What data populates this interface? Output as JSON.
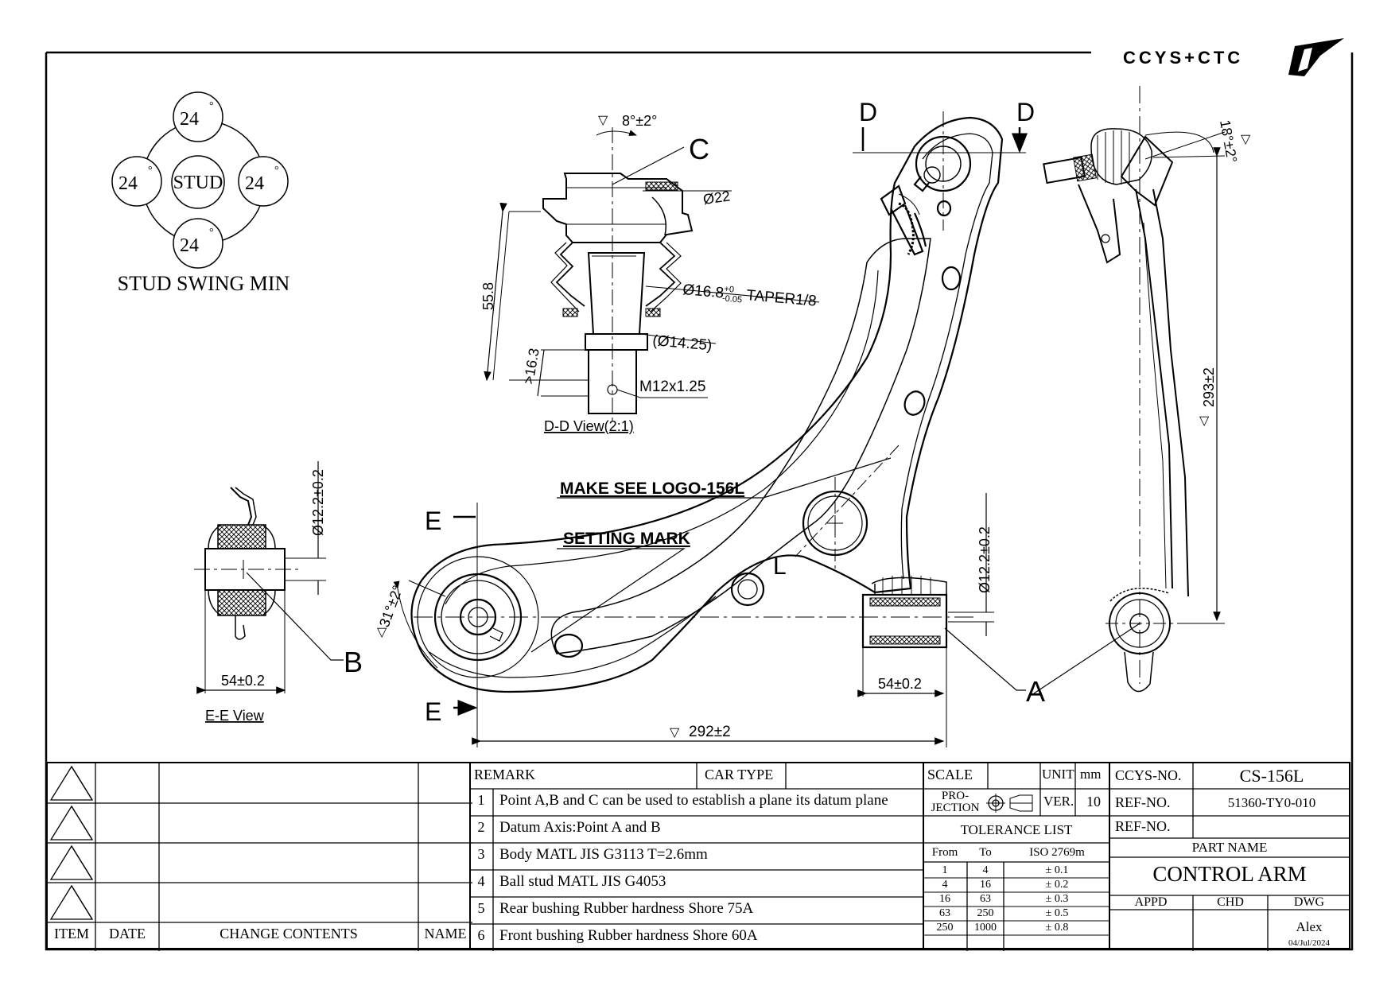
{
  "logo_text": "CCYS+CTC",
  "stud_swing": {
    "title": "STUD SWING MIN",
    "center": "STUD",
    "top": "24",
    "left": "24",
    "right": "24",
    "bottom": "24",
    "unit": "°"
  },
  "dd_view": {
    "title": "D-D View(2:1)",
    "angle": "8°±2°",
    "label_c": "C",
    "dia22": "Ø22",
    "dim_558": "55.8",
    "taper": "Ø16.8",
    "taper_tol_upper": "+0",
    "taper_tol_lower": "-0.05",
    "taper_suffix": " TAPER1/8",
    "dia1425": "(Ø14.25)",
    "dim_163": ">16.3",
    "thread": "M12x1.25"
  },
  "ee_view": {
    "title": "E-E View",
    "dia": "Ø12.2±0.2",
    "width": "54±0.2",
    "label_b": "B"
  },
  "main_view": {
    "label_d1": "D",
    "label_d2": "D",
    "label_e1": "E",
    "label_e2": "E",
    "logo_note": "MAKE SEE LOGO-156L",
    "setting_mark": "SETTING MARK",
    "label_l": "L",
    "angle": "31°±2°",
    "dia_rear": "Ø12.2±0.2",
    "width_rear": "54±0.2",
    "label_a": "A",
    "overall": "292±2"
  },
  "side_view": {
    "angle": "18°±2°",
    "height": "293±2"
  },
  "change_table": {
    "headers": [
      "ITEM",
      "DATE",
      "CHANGE CONTENTS",
      "NAME"
    ]
  },
  "remarks": {
    "header": "REMARK",
    "car_type_label": "CAR TYPE",
    "car_type_value": "",
    "items": [
      {
        "no": "1",
        "text": "Point A,B and C can be used to establish a plane its datum plane"
      },
      {
        "no": "2",
        "text": "Datum Axis:Point A and B"
      },
      {
        "no": "3",
        "text": "Body MATL JIS G3113 T=2.6mm"
      },
      {
        "no": "4",
        "text": "Ball stud MATL JIS G4053"
      },
      {
        "no": "5",
        "text": "Rear bushing Rubber hardness Shore 75A"
      },
      {
        "no": "6",
        "text": "Front bushing Rubber hardness Shore 60A"
      }
    ]
  },
  "tolerance": {
    "scale_label": "SCALE",
    "scale_value": "",
    "unit_label": "UNIT",
    "unit_value": "mm",
    "projection_label": "PRO-\nJECTION",
    "ver_label": "VER.",
    "ver_value": "10",
    "list_title": "TOLERANCE LIST",
    "headers": [
      "From",
      "To",
      "ISO 2769m"
    ],
    "rows": [
      [
        "1",
        "4",
        "± 0.1"
      ],
      [
        "4",
        "16",
        "± 0.2"
      ],
      [
        "16",
        "63",
        "± 0.3"
      ],
      [
        "63",
        "250",
        "± 0.5"
      ],
      [
        "250",
        "1000",
        "± 0.8"
      ]
    ]
  },
  "part": {
    "ccys_no_label": "CCYS-NO.",
    "ccys_no": "CS-156L",
    "ref_no_label": "REF-NO.",
    "ref_no": "51360-TY0-010",
    "ref_no2_label": "REF-NO.",
    "ref_no2": "",
    "part_name_label": "PART NAME",
    "part_name": "CONTROL ARM",
    "appd": "APPD",
    "chd": "CHD",
    "dwg": "DWG",
    "drawn_by": "Alex",
    "date": "04/Jul/2024"
  }
}
